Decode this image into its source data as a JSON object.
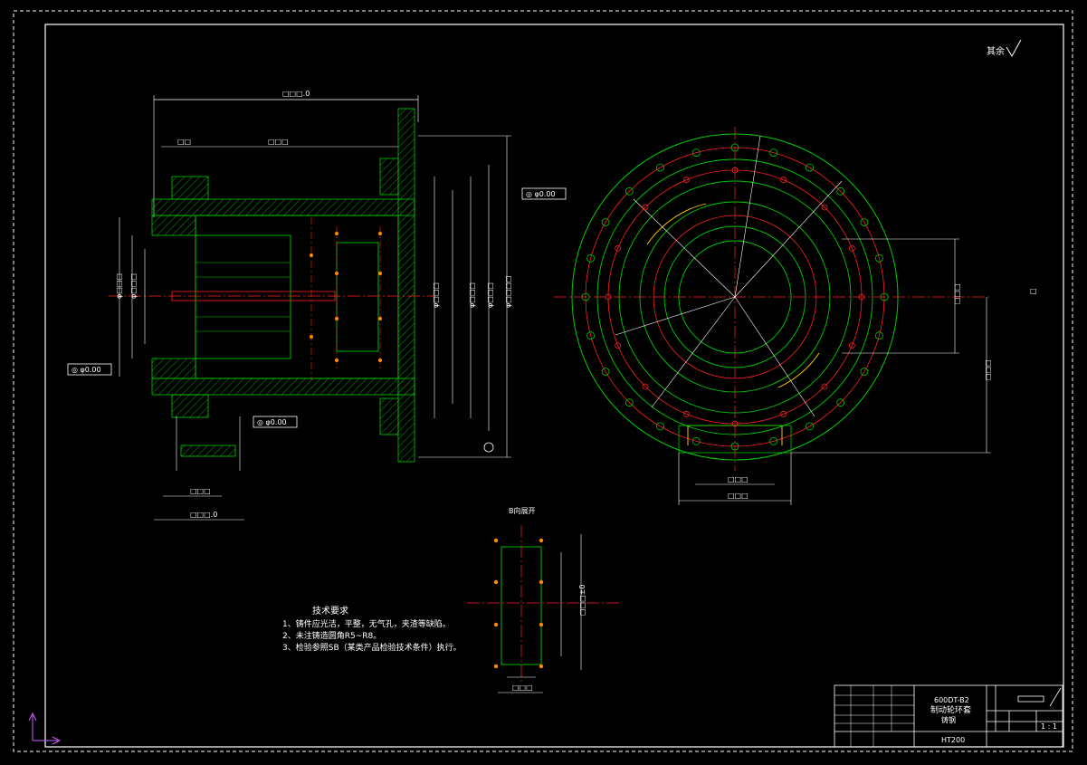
{
  "drawing": {
    "roughness_note": "其余",
    "title_block": {
      "part_code": "600DT-B2",
      "part_name": "制动轮环套",
      "part_name_line2": "铸钢",
      "material": "HT200",
      "scale": "1 : 1"
    },
    "tech_requirements": {
      "heading": "技术要求",
      "items": [
        "1、铸件应光洁，平整，无气孔，夹渣等缺陷。",
        "2、未注铸造圆角R5~R8。",
        "3、检验参照SB（某类产品检验技术条件）执行。"
      ]
    },
    "section_label": "B向展开",
    "tolerance_frames": [
      "◎ φ0.00",
      "◎ φ0.00",
      "◎ φ0.00"
    ]
  },
  "colors": {
    "background": "#000000",
    "outline": "#ffffff",
    "section_green": "#00cc00",
    "center_red": "#ff2020",
    "hatch_green": "#00aa00",
    "dim_white": "#ffffff",
    "yellow": "#ffd700",
    "axis_magenta": "#d060ff"
  }
}
